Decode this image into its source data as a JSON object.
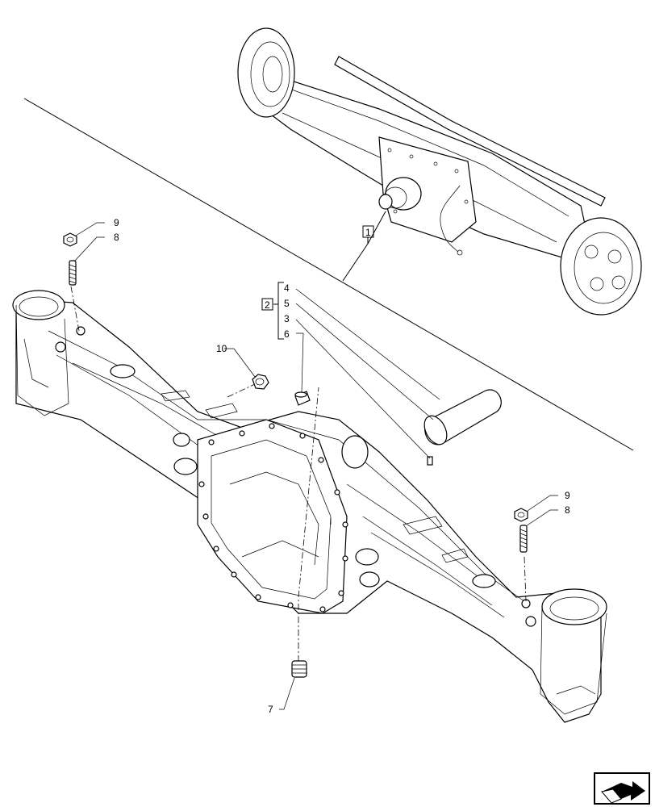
{
  "callouts": {
    "assembly": "1",
    "kit": "2",
    "kit_items": [
      "4",
      "5",
      "3",
      "6"
    ],
    "nut_9_left": "9",
    "stud_8_left": "8",
    "nut_9_right": "9",
    "stud_8_right": "8",
    "plug_10": "10",
    "plug_7": "7"
  },
  "icons": {
    "next_page": "arrow-next-page-icon"
  }
}
